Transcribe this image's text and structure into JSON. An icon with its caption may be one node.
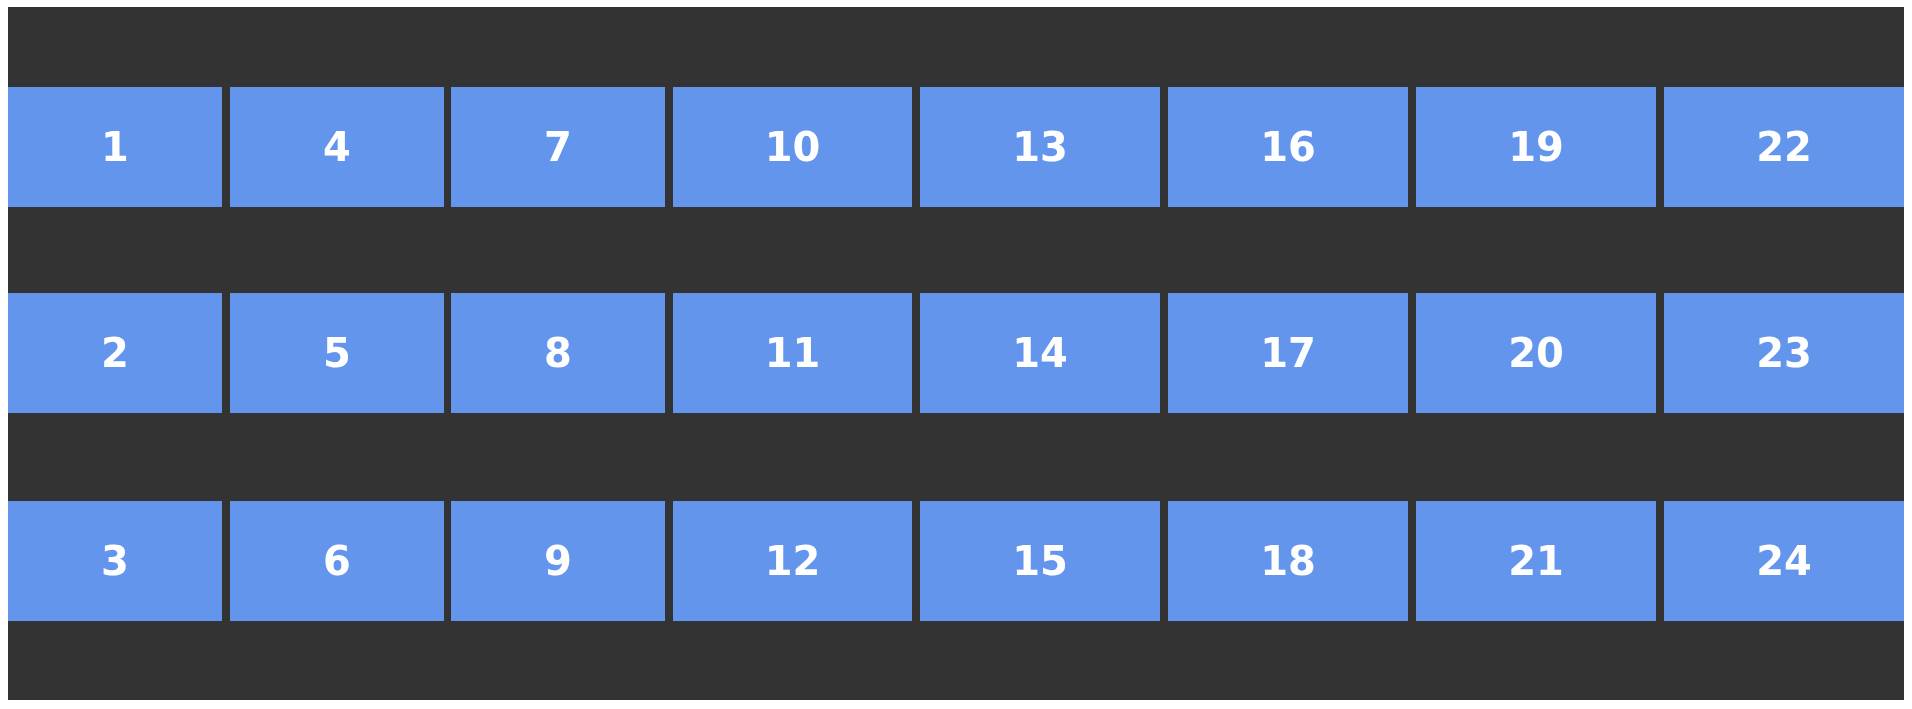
{
  "diagram": {
    "nodes": [
      {
        "text": [
          "1"
        ]
      },
      {
        "text": [
          "4"
        ]
      },
      {
        "text": [
          "7"
        ]
      },
      {
        "text": [
          "10"
        ]
      },
      {
        "text": [
          "13"
        ]
      },
      {
        "text": [
          "16"
        ]
      },
      {
        "text": [
          "19"
        ]
      },
      {
        "text": [
          "22"
        ]
      },
      {
        "text": [
          "2"
        ]
      },
      {
        "text": [
          "5"
        ]
      },
      {
        "text": [
          "8"
        ]
      },
      {
        "text": [
          "11"
        ]
      },
      {
        "text": [
          "14"
        ]
      },
      {
        "text": [
          "17"
        ]
      },
      {
        "text": [
          "20"
        ]
      },
      {
        "text": [
          "23"
        ]
      },
      {
        "text": [
          "3"
        ]
      },
      {
        "text": [
          "6"
        ]
      },
      {
        "text": [
          "9"
        ]
      },
      {
        "text": [
          "12"
        ]
      },
      {
        "text": [
          "15"
        ]
      },
      {
        "text": [
          "18"
        ]
      },
      {
        "text": [
          "21"
        ]
      },
      {
        "text": [
          "24"
        ]
      }
    ]
  }
}
